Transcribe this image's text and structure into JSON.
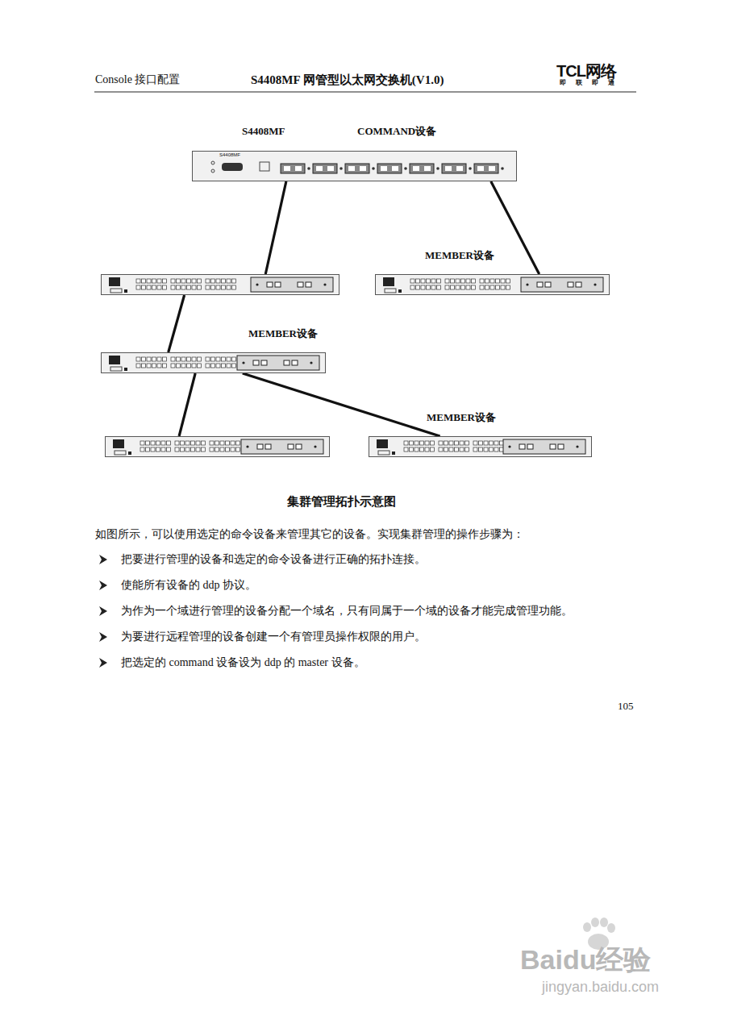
{
  "diagram": {
    "caption": "集群管理拓扑示意图",
    "nodes": [
      {
        "text": [
          "S4408MF",
          "COMMAND设备"
        ]
      },
      {
        "text": []
      },
      {
        "text": [
          "MEMBER设备"
        ]
      },
      {
        "text": [
          "MEMBER设备"
        ]
      },
      {
        "text": []
      },
      {
        "text": [
          "MEMBER设备"
        ]
      }
    ],
    "edges": [
      {
        "from": 0,
        "to": 1,
        "arrow": "none"
      },
      {
        "from": 0,
        "to": 2,
        "arrow": "none"
      },
      {
        "from": 1,
        "to": 3,
        "arrow": "none"
      },
      {
        "from": 3,
        "to": 4,
        "arrow": "none"
      },
      {
        "from": 3,
        "to": 5,
        "arrow": "none"
      }
    ],
    "labels": [
      "Console 接口配置",
      "S4408MF 网管型以太网交换机(V1.0)",
      "TCL网络",
      "即 联 即 通",
      "S4408MF",
      "如图所示，可以使用选定的命令设备来管理其它的设备。实现集群管理的操作步骤为：",
      "把要进行管理的设备和选定的命令设备进行正确的拓扑连接。",
      "使能所有设备的 ddp 协议。",
      "为作为一个域进行管理的设备分配一个域名，只有同属于一个域的设备才能完成管理功能。",
      "为要进行远程管理的设备创建一个有管理员操作权限的用户。",
      "把选定的 command 设备设为 ddp 的 master 设备。",
      "105",
      "Baidu经验",
      "jingyan.baidu.com"
    ]
  }
}
